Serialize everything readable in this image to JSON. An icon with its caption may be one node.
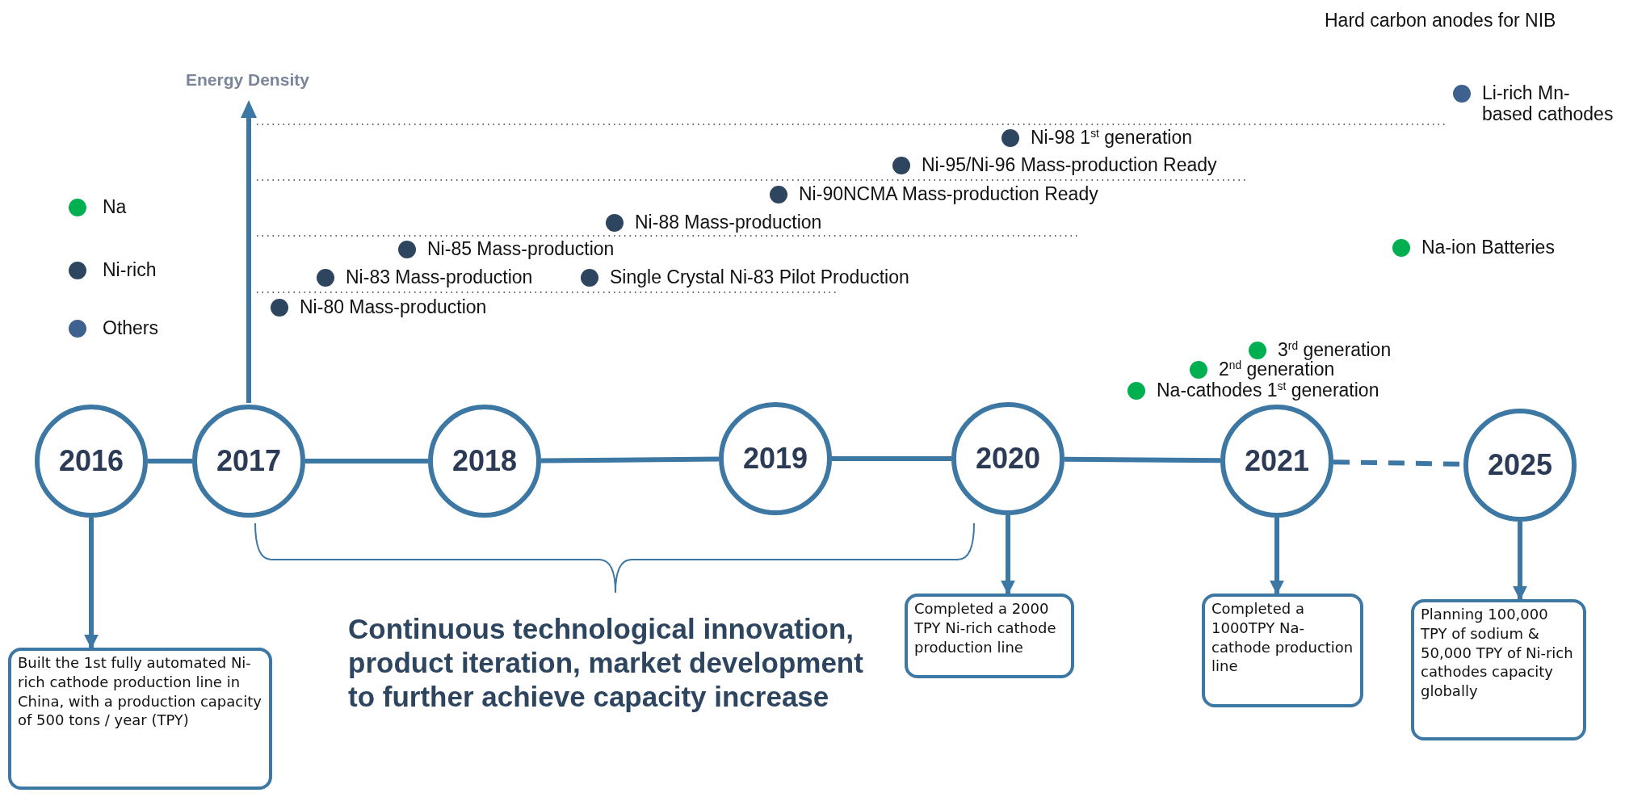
{
  "diagram": {
    "nodes": [
      {
        "text": [
          "2016"
        ]
      },
      {
        "text": [
          "2017"
        ]
      },
      {
        "text": [
          "2018"
        ]
      },
      {
        "text": [
          "2019"
        ]
      },
      {
        "text": [
          "2020"
        ]
      },
      {
        "text": [
          "2021"
        ]
      },
      {
        "text": [
          "2025"
        ]
      },
      {
        "text": [
          "Built the 1st fully automated Ni-rich cathode production line in China, with a production capacity of 500 tons / year (TPY)"
        ]
      },
      {
        "text": [
          "Completed a 2000 TPY Ni-rich cathode production line"
        ]
      },
      {
        "text": [
          "Completed a 1000TPY Na-cathode production line"
        ]
      },
      {
        "text": [
          "Planning 100,000 TPY of sodium & 50,000 TPY of  Ni-rich cathodes capacity globally"
        ]
      }
    ],
    "edges": [
      {
        "from": 0,
        "to": 1,
        "arrow": "none"
      },
      {
        "from": 1,
        "to": 2,
        "arrow": "none"
      },
      {
        "from": 2,
        "to": 3,
        "arrow": "none"
      },
      {
        "from": 3,
        "to": 4,
        "arrow": "none"
      },
      {
        "from": 4,
        "to": 5,
        "arrow": "none"
      },
      {
        "from": 5,
        "to": 6,
        "arrow": "none",
        "style": "dashed"
      },
      {
        "from": 0,
        "to": 7,
        "arrow": "to"
      },
      {
        "from": 4,
        "to": 8,
        "arrow": "to"
      },
      {
        "from": 5,
        "to": 9,
        "arrow": "to"
      },
      {
        "from": 6,
        "to": 10,
        "arrow": "to"
      }
    ],
    "labels": [
      "Hard carbon anodes for NIB",
      "Energy Density",
      "Li-rich Mn-based cathodes",
      "Ni-98 1$^{st}$ generation",
      "Ni-95/Ni-96 Mass-production Ready",
      "Ni-90NCMA Mass-production Ready",
      "Ni-88 Mass-production",
      "Na-ion Batteries",
      "Ni-85 Mass-production",
      "Ni-83 Mass-production",
      "Single Crystal Ni-83 Pilot Production",
      "Ni-80 Mass-production",
      "3$^{rd}$ generation",
      "2$^{nd}$ generation",
      "Na-cathodes 1$^{st}$ generation",
      "Continuous technological innovation, product iteration, market development to further achieve capacity increase"
    ],
    "legend": [
      {
        "text": "Na",
        "color": "#00b050"
      },
      {
        "text": "Ni-rich",
        "color": "#2e4560"
      },
      {
        "text": "Others",
        "color": "#3f6190"
      }
    ]
  }
}
